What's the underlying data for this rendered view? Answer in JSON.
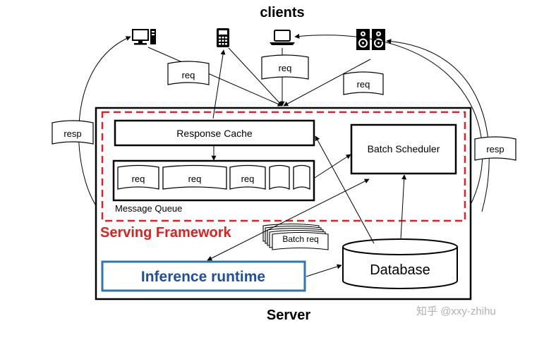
{
  "title": "clients",
  "server_label": "Server",
  "framework_label": "Serving Framework",
  "response_cache": "Response Cache",
  "batch_scheduler": "Batch Scheduler",
  "message_queue_label": "Message Queue",
  "queue_items": [
    "req",
    "req",
    "req"
  ],
  "database": "Database",
  "inference_runtime": "Inference runtime",
  "batch_req": "Batch req",
  "flags": {
    "req_1": "req",
    "req_2": "req",
    "req_3": "req",
    "resp_left": "resp",
    "resp_right": "resp"
  },
  "clients": [
    "desktop-computer-icon",
    "calculator-icon",
    "laptop-icon",
    "speakers-icon"
  ],
  "watermark": "知乎 @xxy-zhihu",
  "colors": {
    "framework": "#e02020",
    "runtime_border": "#2e75b6",
    "runtime_text": "#1f4e9a"
  }
}
